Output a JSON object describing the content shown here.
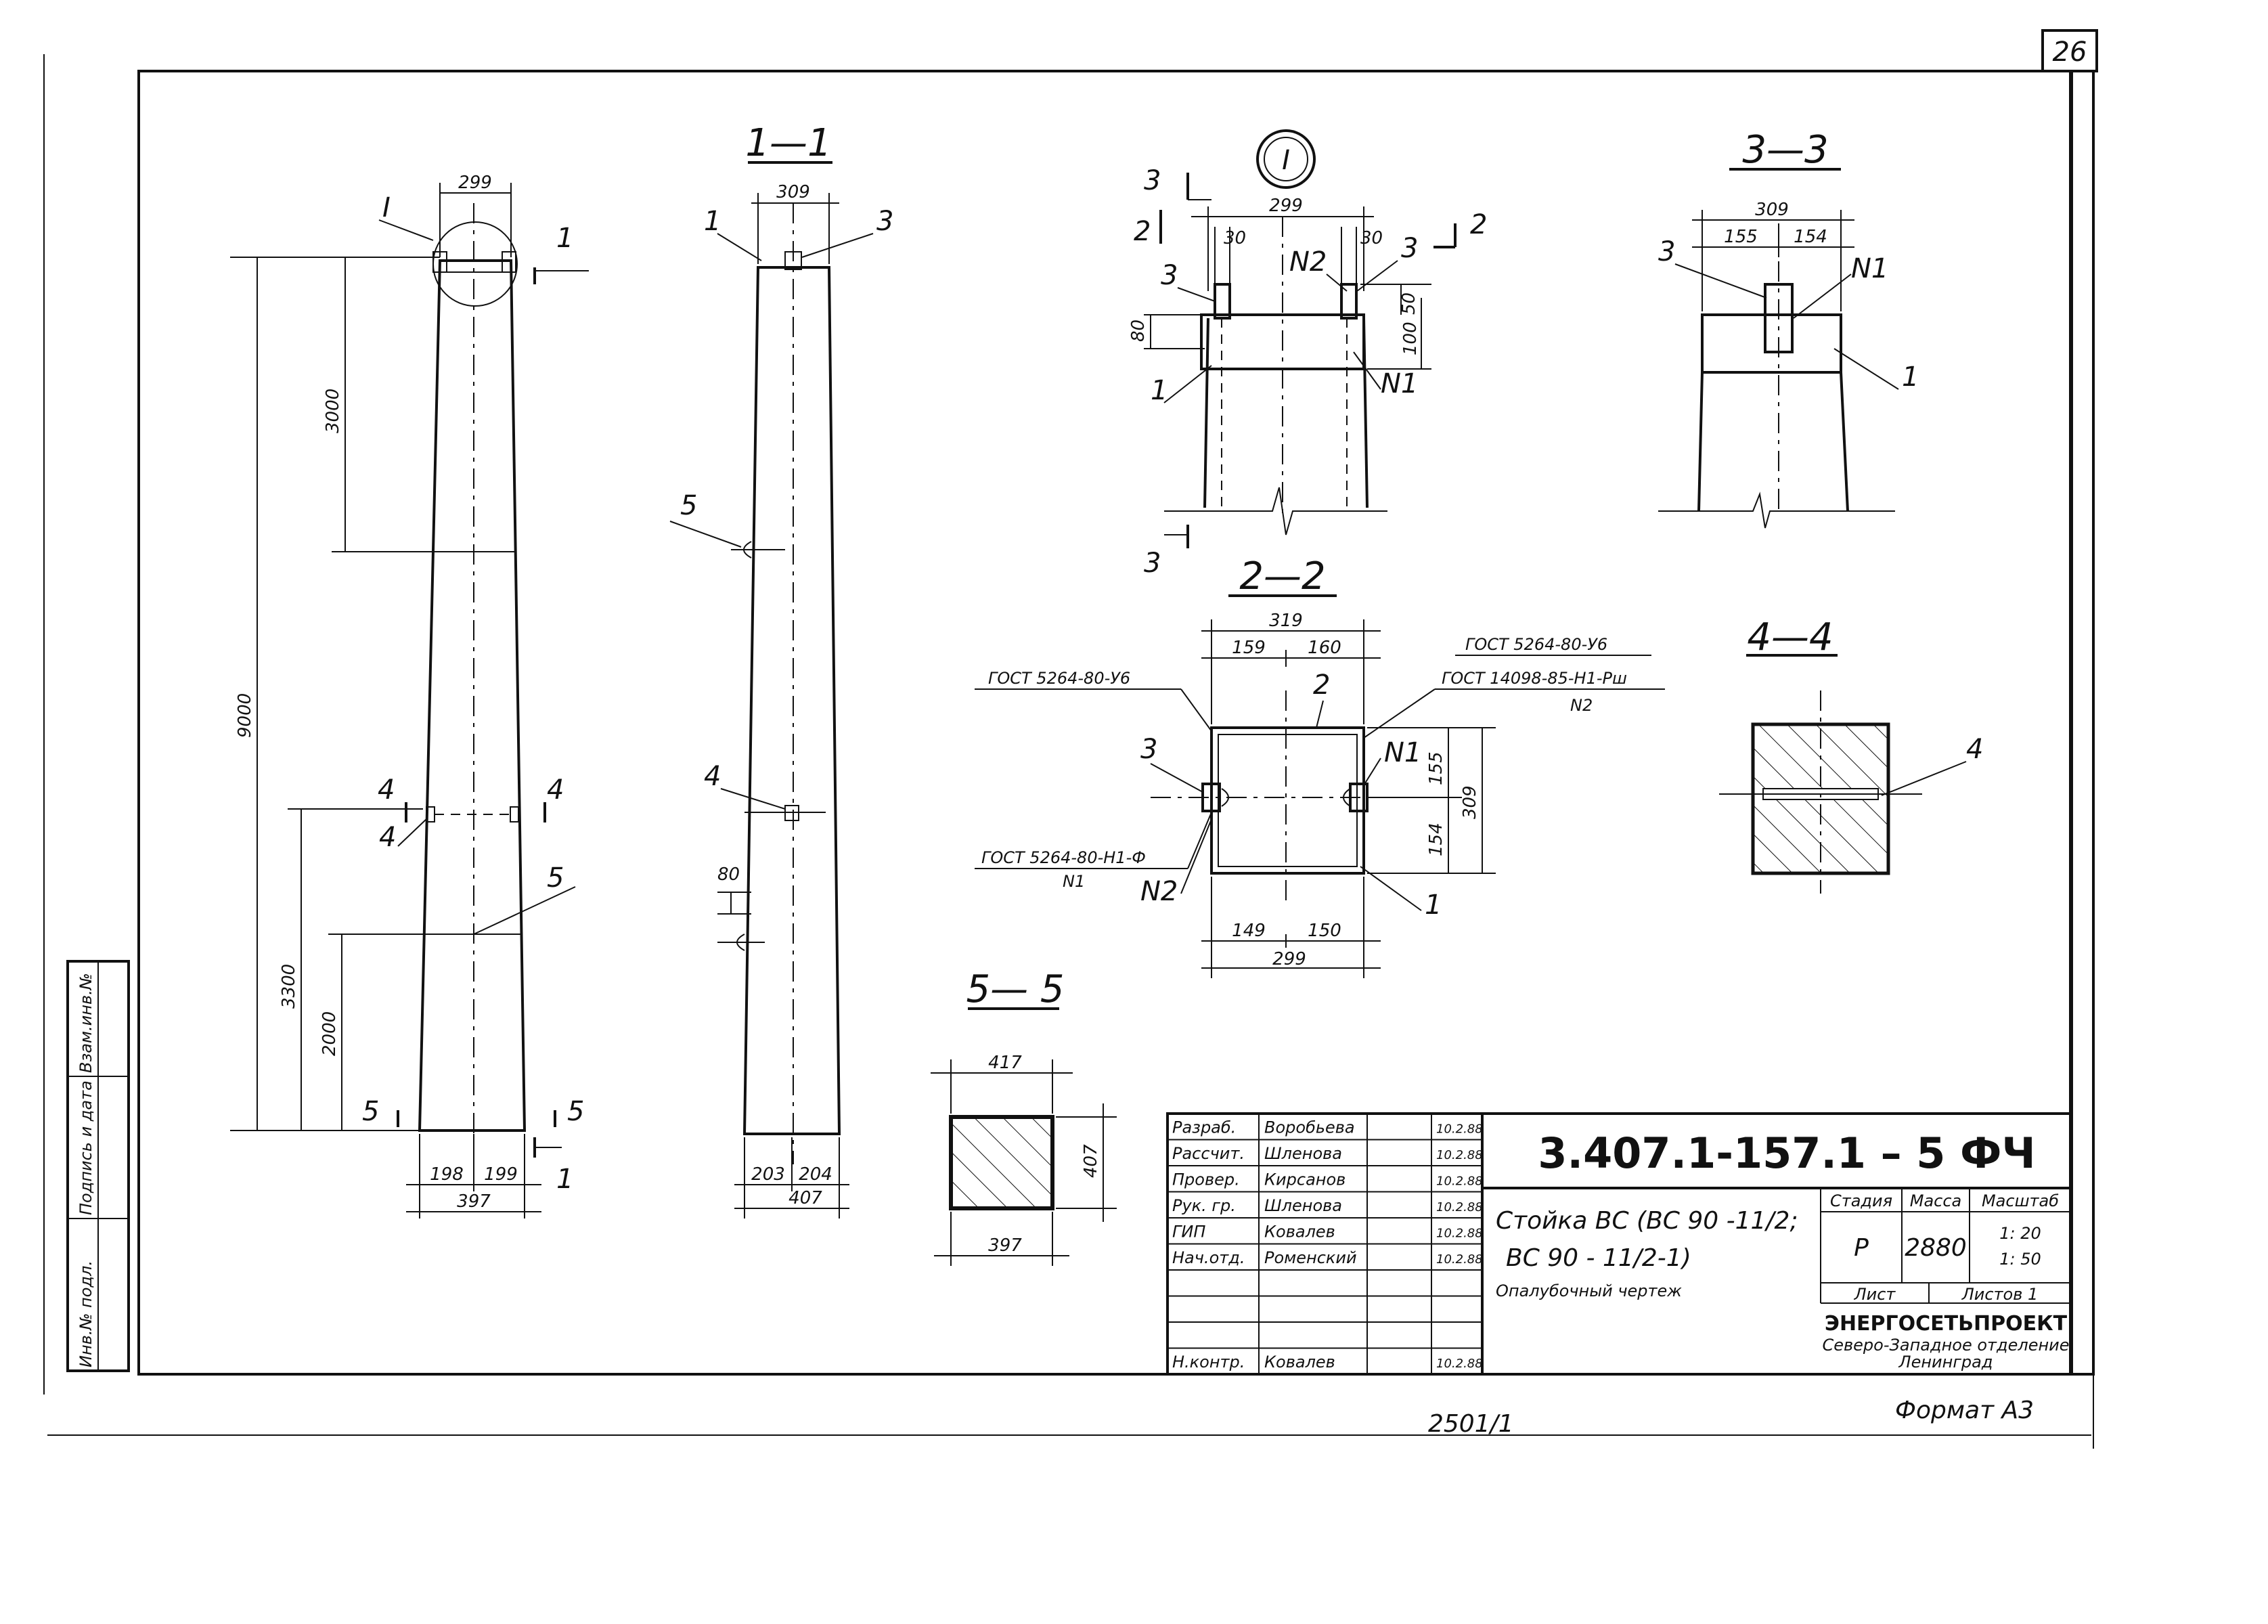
{
  "sheet_number": "26",
  "bottom_number": "2501/1",
  "format": "Формат А3",
  "side_stamp": {
    "fields": [
      "Инв.№ подл.",
      "Подпись и дата",
      "Взам.инв.№"
    ]
  },
  "views": {
    "elevation": {
      "callout": "I",
      "width_top": "299",
      "dim_total": "9000",
      "dim_top": "3000",
      "dim_3300": "3300",
      "dim_2000": "2000",
      "bottom_left": "198",
      "bottom_right": "199",
      "bottom_total": "397",
      "marks": {
        "s1": "1",
        "s4": "4",
        "s5": "5",
        "p4": "4",
        "p5": "5"
      }
    },
    "section_1_1": {
      "title": "1—1",
      "width_top": "309",
      "bottom_left": "203",
      "bottom_right": "204",
      "bottom_total": "407",
      "dim_80": "80",
      "marks": {
        "p1": "1",
        "p3": "3",
        "p4": "4",
        "p5": "5"
      }
    },
    "detail_I": {
      "title": "I",
      "width": "299",
      "left_30": "30",
      "right_30": "30",
      "dim_80": "80",
      "dim_50": "50",
      "dim_100": "100",
      "marks": {
        "s3": "3",
        "s2": "2",
        "p3": "3",
        "p1": "1",
        "n2": "N2",
        "n1": "N1"
      }
    },
    "section_2_2": {
      "title": "2—2",
      "width_top": "319",
      "top_left": "159",
      "top_right": "160",
      "bottom_left": "149",
      "bottom_right": "150",
      "bottom_total": "299",
      "right_top": "155",
      "right_bottom": "154",
      "right_total": "309",
      "notes": {
        "gost_left_top": "ГОСТ 5264-80-У6",
        "gost_right_top": "ГОСТ 5264-80-У6",
        "gost_right_2": "ГОСТ 14098-85-Н1-Рш",
        "n2_right": "N2",
        "gost_left_bottom": "ГОСТ 5264-80-Н1-Ф",
        "n1_left": "N1"
      },
      "marks": {
        "p2": "2",
        "p3": "3",
        "n1": "N1",
        "n2": "N2",
        "p1": "1"
      }
    },
    "section_3_3": {
      "title": "3—3",
      "width": "309",
      "left": "155",
      "right": "154",
      "marks": {
        "p3": "3",
        "n1": "N1",
        "p1": "1"
      }
    },
    "section_4_4": {
      "title": "4—4",
      "marks": {
        "p4": "4"
      }
    },
    "section_5_5": {
      "title": "5— 5",
      "top": "417",
      "side": "407",
      "bottom": "397"
    }
  },
  "title_block": {
    "roles": [
      {
        "role": "Разраб.",
        "name": "Воробьева",
        "date": "10.2.88"
      },
      {
        "role": "Рассчит.",
        "name": "Шленова",
        "date": "10.2.88"
      },
      {
        "role": "Провер.",
        "name": "Кирсанов",
        "date": "10.2.88"
      },
      {
        "role": "Рук. гр.",
        "name": "Шленова",
        "date": "10.2.88"
      },
      {
        "role": "ГИП",
        "name": "Ковалев",
        "date": "10.2.88"
      },
      {
        "role": "Нач.отд.",
        "name": "Роменский",
        "date": "10.2.88"
      },
      {
        "role": "",
        "name": "",
        "date": ""
      },
      {
        "role": "",
        "name": "",
        "date": ""
      },
      {
        "role": "",
        "name": "",
        "date": ""
      },
      {
        "role": "Н.контр.",
        "name": "Ковалев",
        "date": "10.2.88"
      }
    ],
    "designation": "3.407.1-157.1 – 5 ФЧ",
    "name_line1": "Стойка ВС (ВС 90 -11/2;",
    "name_line2": "ВС 90 - 11/2-1)",
    "name_line3": "Опалубочный чертеж",
    "stage_header": "Стадия",
    "mass_header": "Масса",
    "scale_header": "Масштаб",
    "stage": "Р",
    "mass": "2880",
    "scale1": "1: 20",
    "scale2": "1: 50",
    "sheet_label": "Лист",
    "sheets_label": "Листов 1",
    "org1": "ЭНЕРГОСЕТЬПРОЕКТ",
    "org2": "Северо-Западное отделение",
    "org3": "Ленинград"
  }
}
